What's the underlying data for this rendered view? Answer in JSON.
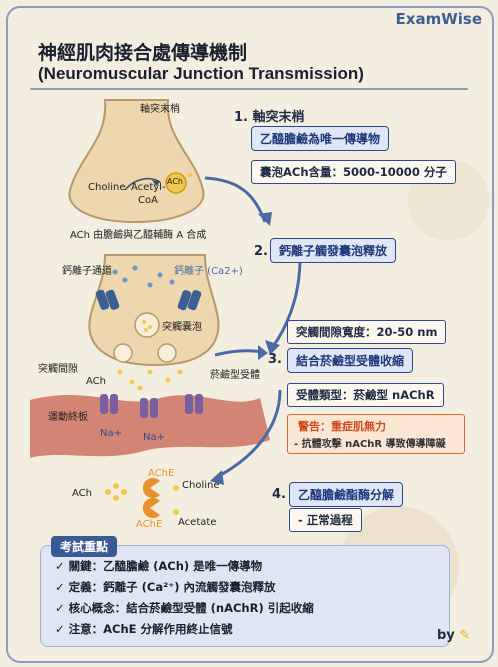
{
  "brand": "ExamWise",
  "title": "神經肌肉接合處傳導機制",
  "subtitle": "(Neuromuscular Junction Transmission)",
  "labels": {
    "axon_terminal": "軸突末梢",
    "choline": "Choline",
    "acetyl_coa": "Acetyl-",
    "coa": "CoA",
    "ach_dot": "ACh",
    "ach_synthesis": "ACh 由膽鹼與乙醯輔酶 A 合成",
    "ca_channel": "鈣離子通道",
    "ca_ion": "鈣離子 (Ca2+)",
    "synaptic_vesicle": "突觸囊泡",
    "synaptic_cleft": "突觸間隙",
    "ach": "ACh",
    "nicotinic_receptor": "菸鹼型受體",
    "motor_endplate": "運動終板",
    "na1": "Na+",
    "na2": "Na+",
    "ache_top": "AChE",
    "ache_bottom": "AChE",
    "ach_bottom": "ACh",
    "choline_out": "Choline",
    "acetate": "Acetate"
  },
  "steps": {
    "s1": "1. 軸突末梢",
    "s1_pill": "乙醯膽鹼為唯一傳導物",
    "s1_box": "囊泡ACh含量：5000-10000 分子",
    "s2": "2.",
    "s2_pill": "鈣離子觸發囊泡釋放",
    "s3_box_top": "突觸間隙寬度：20-50 nm",
    "s3": "3.",
    "s3_pill": "結合菸鹼型受體收縮",
    "s3_box": "受體類型：菸鹼型 nAChR",
    "warn_title": "警告：重症肌無力",
    "warn_text": "- 抗體攻擊 nAChR 導致傳導障礙",
    "s4": "4.",
    "s4_pill": "乙醯膽鹼酯酶分解",
    "s4_box": "- 正常過程"
  },
  "exam": {
    "header": "考試重點",
    "items": [
      "✓ 關鍵：乙醯膽鹼 (ACh) 是唯一傳導物",
      "✓ 定義：鈣離子 (Ca²⁺) 內流觸發囊泡釋放",
      "✓ 核心概念：結合菸鹼型受體 (nAChR) 引起收縮",
      "✓ 注意：AChE 分解作用終止信號"
    ]
  },
  "byline": "by",
  "colors": {
    "accent": "#2e4a8a",
    "warning": "#d9692a",
    "neuron": "#e8d3a8",
    "muscle": "#c96a5a",
    "ach": "#f2c94c"
  }
}
